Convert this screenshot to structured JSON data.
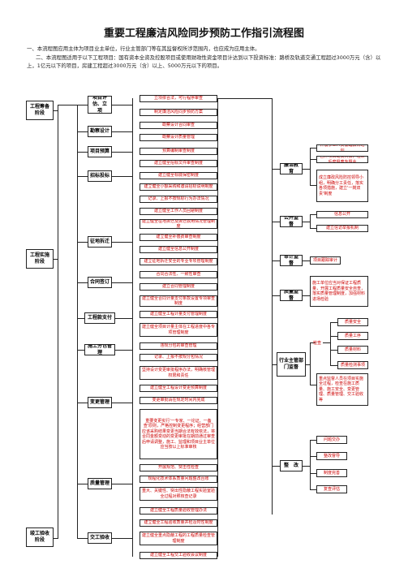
{
  "title": "重要工程廉洁风险同步预防工作指引流程图",
  "intro": [
    "一、本流程图应用主体为项目业主单位，行业主管部门等在其监督权所涉范围内，也应成为应用主体。",
    "二、本流程图适用于以下工程项目：国有资本全资及控股项目或使用财政性资金项目计达到以下投资标准：路桥及轨道交通工程超过3000万元（含）以上，1亿元以下的项目，房建工程超过3000万元（含）以上、5000万元以下的项目。"
  ],
  "stages": {
    "prep": "工程筹备阶段",
    "impl": "工程实施阶段",
    "accept": "竣工验收阶段"
  },
  "phases": {
    "eval": "项目评估、立　项",
    "design": "勘察设计",
    "budget": "项目预算",
    "bid": "招标投标",
    "demolish": "征地拆迁",
    "contract": "合同签订",
    "payment": "工程款支付",
    "subcontract": "施工分包管理",
    "change": "变更管理",
    "quality": "质量管理",
    "handover": "交工验收"
  },
  "measures": {
    "eval": [
      "立项依合法，可行程序审查",
      "制定廉洁风险同步预防方案"
    ],
    "design": [
      "勘察设计合同审查",
      "勘察设计质量管理"
    ],
    "budget": [
      "预算编制审查制度"
    ],
    "bid": [
      "建立健全招标文件审查制度",
      "建立健全标底保密制度",
      "建立健全小额采购和邀请招标说明制度",
      "记录、上报不按规标行为办法情况"
    ],
    "demolish": [
      "建立健全工作人员回避制度",
      "建立健全征地拆迁及拆迁款用情况管理制度",
      "建立健全补偿费审查制度",
      "建立健全信息公开制度",
      "建立征地拆迁安全的专业专项管理制度"
    ],
    "contract": [
      "合同合法性、一致性审查",
      "建立合同管理制度",
      "建立健全合同计量支付条款设置专项审查制度"
    ],
    "payment": [
      "建立健全工程计量支付管理制度",
      "建立健全项目计量主体在工程进度中各专项管理制度"
    ],
    "subcontract": [
      "违规分包的审查管理",
      "记录、上报不按规分包情况"
    ],
    "change": [
      "坚持设计变更审批程序办法，明确核管理权限和责任",
      "建立健全工程设计变更预算制度",
      "变更审批请在规定时间内完成",
      "重要变更实行'一专家、一论证、一备查'原则，严格控制变更程序；经营部门应该采购结果变更当期合法有效依法，将合同金额变动的变更审批在期前通过审查后申请调整，施工、监理和项目业主单位应当按以上标准审核"
    ],
    "quality": [
      "开展规范、突击性检查",
      "规程化技术体系质量问题整改台账",
      "重大、关键性、突出性隐蔽工程实验室验全过程对照核查记录"
    ],
    "handover": [
      "建立健全工程质量验收管理办法",
      "建立健全工程验收质量并检及时性制度",
      "建立健全重点隐蔽工程的工程质量检查管理制度",
      "建立健全工程交工验收会议制度"
    ]
  },
  "right": {
    "edu": {
      "label": "廉洁教育",
      "items": [
        "开展参工人员警醒教育培训",
        "召开项目动员大会，组织反腐倡廉专题会",
        "成立廉政风险防控领导小组，明确分工责任，落实各项措施，建立'一岗双责'制度"
      ]
    },
    "public": {
      "label": "公开监督",
      "items": [
        "信息公开",
        "建立信访举报机制"
      ]
    },
    "audit": {
      "label": "审计监督",
      "items": [
        "项目跟踪审计"
      ]
    },
    "qsup": {
      "label": "质量监督",
      "items": [
        "施工单位应当对保证工程质量，开展工程质量安全自查，落实质量管理制度，加强材料进场检验"
      ]
    },
    "industry": {
      "label": "行业主管部门监督",
      "inspect_label": "检查",
      "inspect": [
        "质量安全",
        "质量工序",
        "质量材料",
        "质量检测事项"
      ],
      "note": "重点监督人员在项目实施全过程，检查在施工质量、施工安全、变更管理、质量管理、交工验收等"
    },
    "gov": {
      "label": "整　改",
      "items": [
        "问题交办",
        "整改督导",
        "制度完善",
        "复查评估"
      ]
    }
  }
}
